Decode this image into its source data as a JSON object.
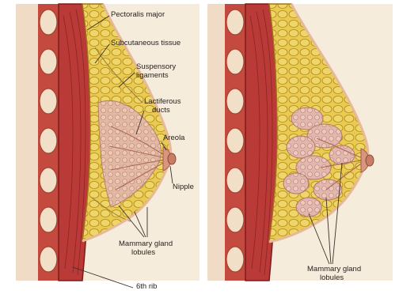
{
  "colors": {
    "background": "#f6ecdc",
    "frame": "#ffffff",
    "muscle": "#b93a36",
    "muscle_dark": "#7d1b1b",
    "fat": "#e7c84e",
    "fat_outline": "#b88f1c",
    "gland": "#e3b7ad",
    "rib": "#f2dfc8",
    "skin": "#f3cfae",
    "areola": "#d9957e",
    "leader": "#3b2e2a"
  },
  "left_panel": {
    "labels": {
      "pectoralis_major": "Pectoralis major",
      "subcutaneous_tissue": "Subcutaneous tissue",
      "suspensory_1": "Suspensory",
      "suspensory_2": "ligaments",
      "lactiferous_1": "Lactiferous",
      "lactiferous_2": "ducts",
      "areola": "Areola",
      "nipple": "Nipple",
      "mammary_1": "Mammary gland",
      "mammary_2": "lobules",
      "sixth_rib": "6th rib"
    }
  },
  "right_panel": {
    "labels": {
      "mammary_1": "Mammary gland",
      "mammary_2": "lobules"
    }
  }
}
